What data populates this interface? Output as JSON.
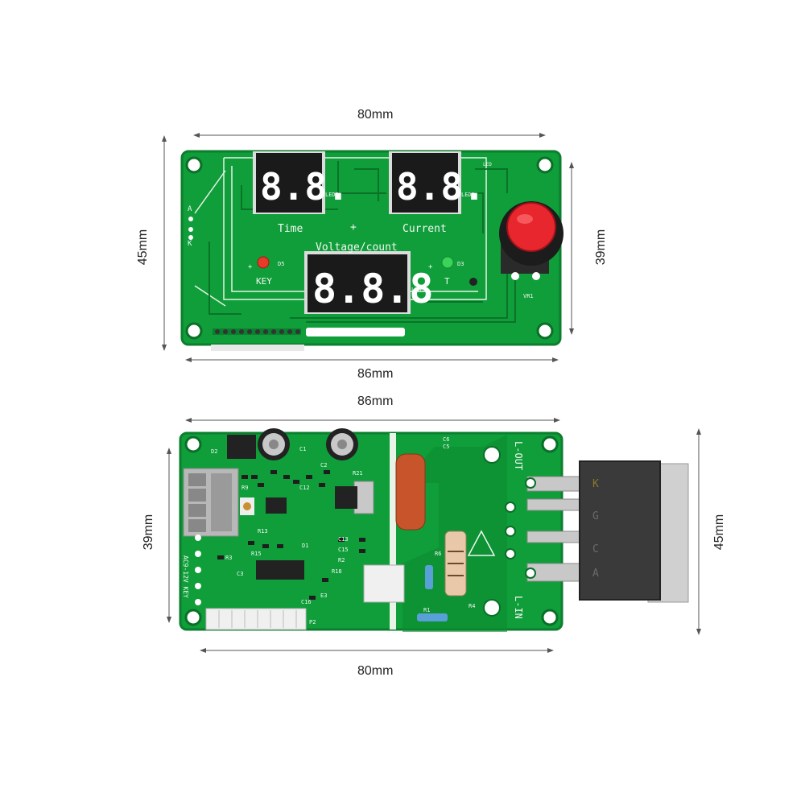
{
  "colors": {
    "pcb": "#0f9e3a",
    "pcb_dark": "#0b7f2d",
    "trace": "#0a6f27",
    "silk": "#f2f7f2",
    "seg_on": "#ffffff",
    "knob": "#e8262e",
    "led_red": "#e83a2a",
    "led_green": "#3bd45a",
    "capacitor": "#c8542c"
  },
  "dimensions": {
    "top_width": "80mm",
    "top_height": "45mm",
    "top_inner_height": "39mm",
    "top_bottom_width": "86mm",
    "bottom_top_width": "86mm",
    "bottom_left_height": "39mm",
    "bottom_right_height": "45mm",
    "bottom_bottom_width": "80mm"
  },
  "top_board": {
    "display_left": "8.8.",
    "display_right": "8.8.",
    "display_center": "8.8.8",
    "label_time": "Time",
    "label_plus": "+",
    "label_current": "Current",
    "label_voltage": "Voltage/count",
    "label_key": "KEY",
    "label_t": "T",
    "led2": "LED2",
    "led1": "LED1",
    "led3": "LED3",
    "led_top": "LED",
    "d5": "D5",
    "d3": "D3",
    "vr1": "VR1",
    "side_a": "A",
    "side_k": "K",
    "plus_marks": "+"
  },
  "bottom_board": {
    "l_out": "L-OUT",
    "l_in": "L-IN",
    "side_label": "AC9-12V KEY",
    "module_letters": [
      "K",
      "G",
      "C",
      "A"
    ],
    "labels": [
      "D2",
      "C1",
      "C2",
      "R21",
      "R9",
      "R13",
      "R15",
      "C13",
      "C15",
      "C12",
      "R2",
      "R18",
      "R1",
      "R4",
      "R6",
      "C6",
      "C5",
      "C16",
      "P2",
      "R3",
      "C3",
      "D1",
      "E3"
    ]
  }
}
